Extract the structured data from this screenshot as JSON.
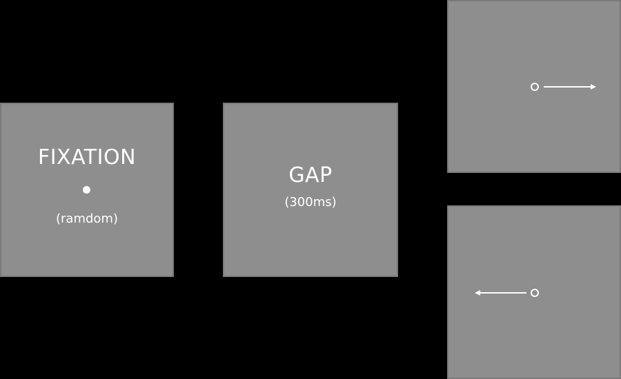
{
  "fixation": {
    "title": "FIXATION",
    "note": "(ramdom)"
  },
  "gap": {
    "title": "GAP",
    "duration": "(300ms)"
  },
  "target_right": {
    "arrow_direction": "right"
  },
  "target_left": {
    "arrow_direction": "left"
  },
  "colors": {
    "background": "#000000",
    "panel": "#8e8e8e",
    "panel_border": "#7a7a7a",
    "foreground": "#ffffff"
  }
}
